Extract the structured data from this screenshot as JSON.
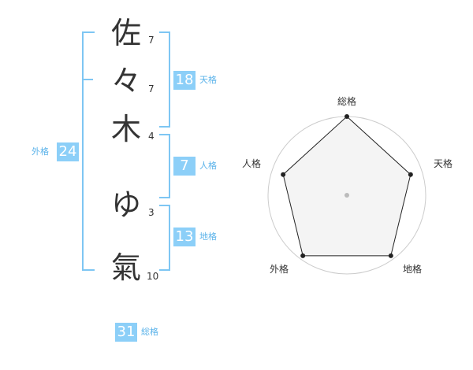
{
  "name": {
    "characters": [
      {
        "char": "佐",
        "strokes": "7"
      },
      {
        "char": "々",
        "strokes": "7"
      },
      {
        "char": "木",
        "strokes": "4"
      },
      {
        "char": "ゆ",
        "strokes": "3"
      },
      {
        "char": "氣",
        "strokes": "10"
      }
    ]
  },
  "scores": {
    "tenkaku": {
      "value": "18",
      "label": "天格"
    },
    "jinkaku": {
      "value": "7",
      "label": "人格"
    },
    "chikaku": {
      "value": "13",
      "label": "地格"
    },
    "gaikaku": {
      "value": "24",
      "label": "外格"
    },
    "soukaku": {
      "value": "31",
      "label": "総格"
    }
  },
  "chart_data": {
    "type": "radar",
    "axes": [
      "総格",
      "天格",
      "地格",
      "外格",
      "人格"
    ],
    "values": [
      1.0,
      0.85,
      0.95,
      0.95,
      0.85
    ],
    "rings": 4,
    "colors": {
      "fill": "#f2f2f2",
      "line": "#222222",
      "ring": "#cccccc",
      "center": "#bbbbbb"
    }
  },
  "colors": {
    "accent": "#8ccff8",
    "accent_text": "#5bb3ea",
    "bracket": "#7ec6f3"
  }
}
